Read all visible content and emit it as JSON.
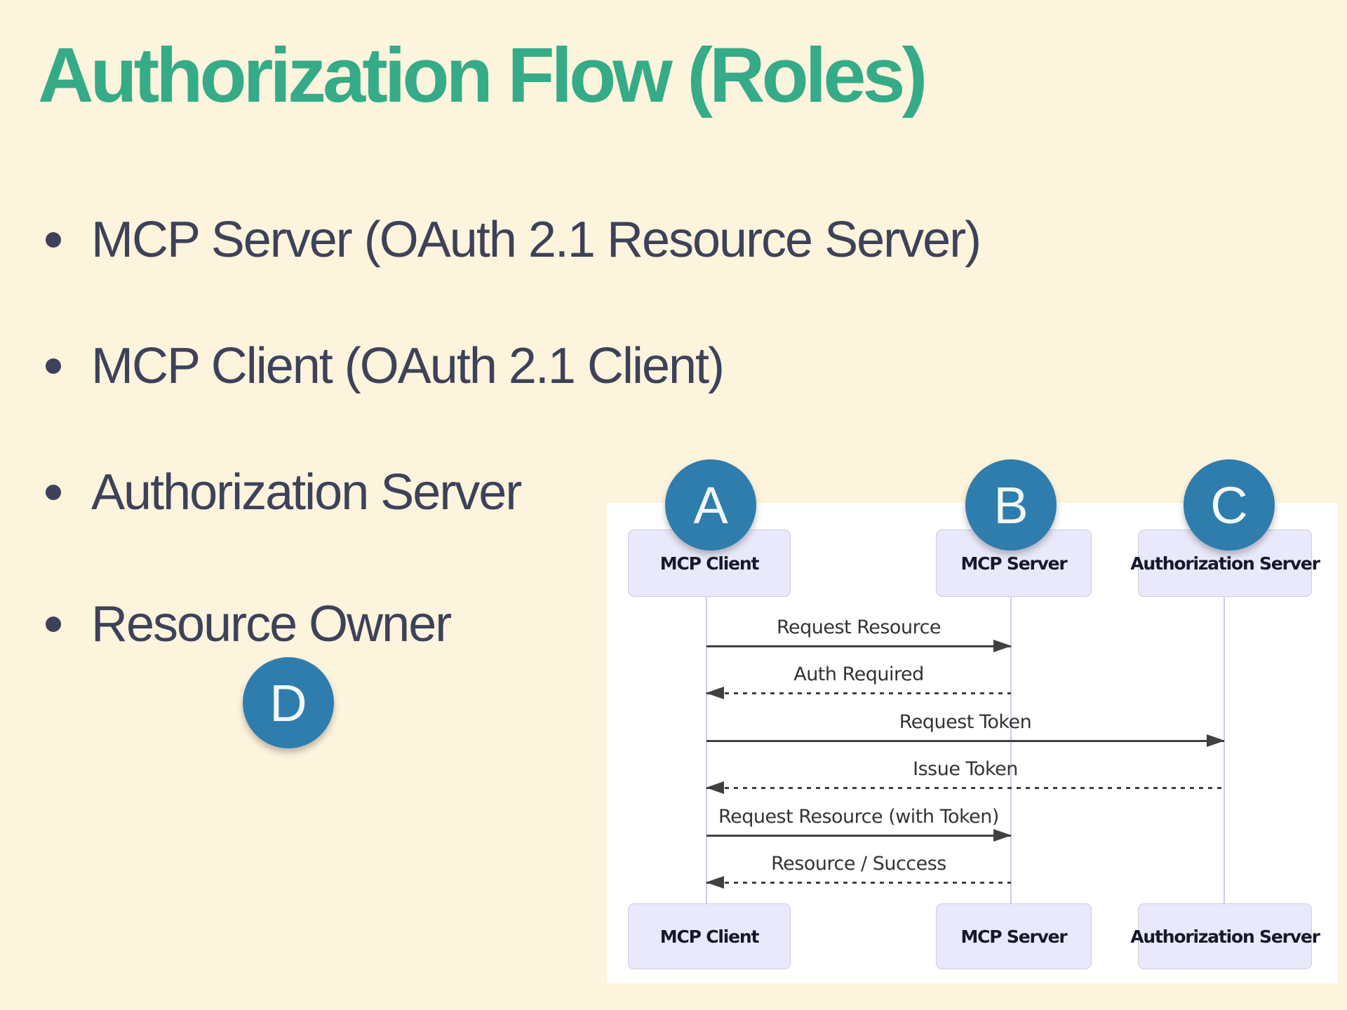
{
  "slide": {
    "title": "Authorization Flow (Roles)",
    "bullets": [
      "MCP Server (OAuth 2.1 Resource Server)",
      "MCP Client (OAuth 2.1 Client)",
      "Authorization Server",
      "Resource Owner"
    ]
  },
  "badges": {
    "a": "A",
    "b": "B",
    "c": "C",
    "d": "D"
  },
  "diagram": {
    "participants": [
      "MCP Client",
      "MCP Server",
      "Authorization Server"
    ],
    "messages": [
      {
        "label": "Request Resource",
        "from": "MCP Client",
        "to": "MCP Server",
        "line": "solid",
        "direction": "right"
      },
      {
        "label": "Auth Required",
        "from": "MCP Server",
        "to": "MCP Client",
        "line": "dashed",
        "direction": "left"
      },
      {
        "label": "Request Token",
        "from": "MCP Client",
        "to": "Authorization Server",
        "line": "solid",
        "direction": "right"
      },
      {
        "label": "Issue Token",
        "from": "Authorization Server",
        "to": "MCP Client",
        "line": "dashed",
        "direction": "left"
      },
      {
        "label": "Request Resource (with Token)",
        "from": "MCP Client",
        "to": "MCP Server",
        "line": "solid",
        "direction": "right"
      },
      {
        "label": "Resource / Success",
        "from": "MCP Server",
        "to": "MCP Client",
        "line": "dashed",
        "direction": "left"
      }
    ]
  },
  "colors": {
    "background": "#fdf4dd",
    "title_green": "#35ab87",
    "body_text": "#3d4259",
    "badge_blue": "#2e7dad",
    "panel_white": "#ffffff",
    "box_fill": "#e9e9fb",
    "box_border": "#ccccdf",
    "lifeline": "#d0c9ec",
    "arrow": "#404040"
  }
}
